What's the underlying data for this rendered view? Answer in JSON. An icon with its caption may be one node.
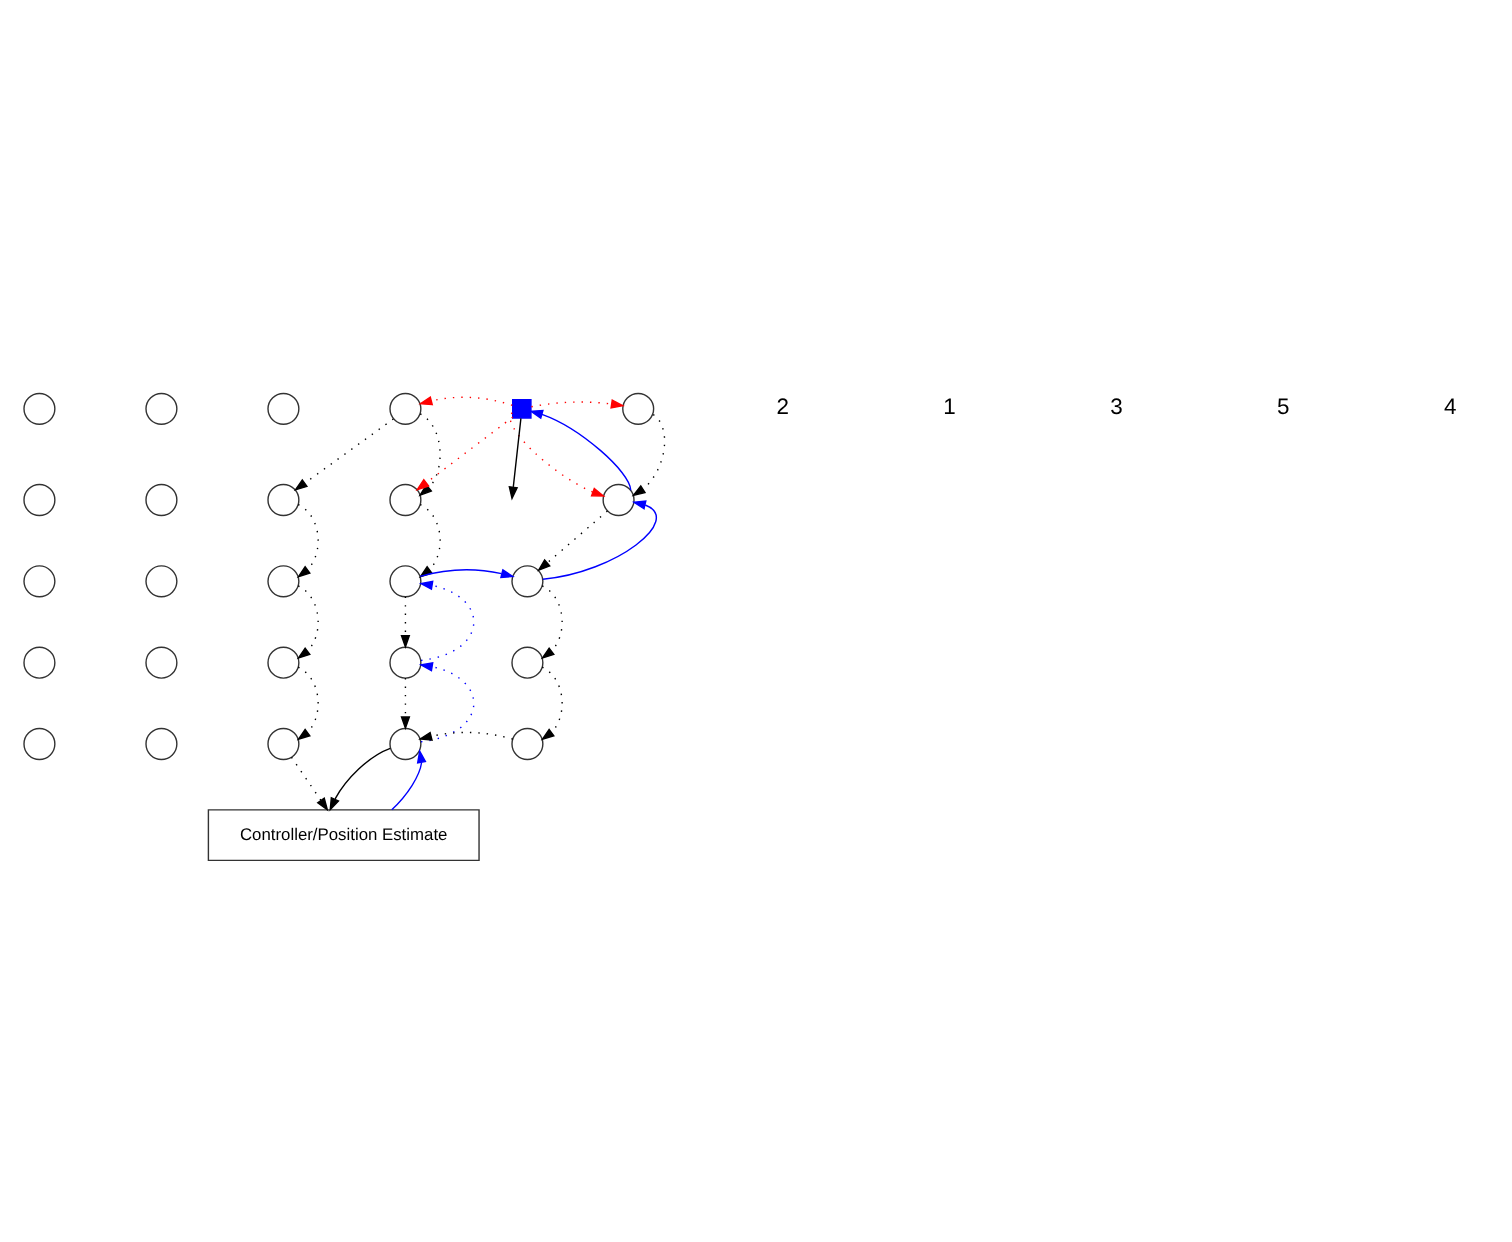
{
  "diagram": {
    "nodes": [
      {
        "text": [],
        "shape": "circle"
      },
      {
        "text": [],
        "shape": "circle"
      },
      {
        "text": [],
        "shape": "circle"
      },
      {
        "text": [],
        "shape": "circle"
      },
      {
        "text": [],
        "shape": "circle"
      },
      {
        "text": [],
        "shape": "circle"
      },
      {
        "text": [],
        "shape": "circle"
      },
      {
        "text": [],
        "shape": "circle"
      },
      {
        "text": [],
        "shape": "circle"
      },
      {
        "text": [],
        "shape": "circle"
      },
      {
        "text": [],
        "shape": "circle"
      },
      {
        "text": [],
        "shape": "circle"
      },
      {
        "text": [],
        "shape": "circle"
      },
      {
        "text": [],
        "shape": "circle"
      },
      {
        "text": [],
        "shape": "circle"
      },
      {
        "text": [],
        "shape": "circle"
      },
      {
        "text": [],
        "shape": "circle"
      },
      {
        "text": [],
        "shape": "circle"
      },
      {
        "text": [],
        "shape": "circle"
      },
      {
        "text": [],
        "shape": "circle"
      },
      {
        "text": [],
        "shape": "circle"
      },
      {
        "text": [],
        "shape": "circle"
      },
      {
        "text": [],
        "shape": "circle"
      },
      {
        "text": [],
        "shape": "circle"
      },
      {
        "text": [],
        "shape": "circle"
      },
      {
        "text": [],
        "shape": "box"
      },
      {
        "text": [
          "Controller/Position Estimate"
        ]
      }
    ],
    "edges": [
      {
        "from": 3,
        "to": 7,
        "arrow": "to",
        "style": "dashed"
      },
      {
        "from": 3,
        "to": 8,
        "arrow": "to",
        "style": "dashed"
      },
      {
        "from": 4,
        "to": 9,
        "arrow": "to",
        "style": "dashed"
      },
      {
        "from": 7,
        "to": 12,
        "arrow": "to",
        "style": "dashed"
      },
      {
        "from": 8,
        "to": 13,
        "arrow": "to",
        "style": "dashed"
      },
      {
        "from": 9,
        "to": 14,
        "arrow": "to",
        "style": "dashed"
      },
      {
        "from": 12,
        "to": 17,
        "arrow": "to",
        "style": "dashed"
      },
      {
        "from": 13,
        "to": 18,
        "arrow": "to",
        "style": "dashed"
      },
      {
        "from": 14,
        "to": 19,
        "arrow": "to",
        "style": "dashed"
      },
      {
        "from": 17,
        "to": 22,
        "arrow": "to",
        "style": "dashed"
      },
      {
        "from": 18,
        "to": 23,
        "arrow": "to",
        "style": "dashed"
      },
      {
        "from": 19,
        "to": 24,
        "arrow": "to",
        "style": "dashed"
      },
      {
        "from": 24,
        "to": 23,
        "arrow": "to",
        "style": "dashed"
      },
      {
        "from": 22,
        "to": 26,
        "arrow": "to",
        "style": "dashed"
      },
      {
        "from": 23,
        "to": 26,
        "arrow": "to"
      },
      {
        "from": 26,
        "to": 23,
        "arrow": "to",
        "color": "#0000ff"
      },
      {
        "from": 23,
        "to": 18,
        "arrow": "to",
        "style": "dashed",
        "color": "#0000ff"
      },
      {
        "from": 18,
        "to": 13,
        "arrow": "to",
        "style": "dashed",
        "color": "#0000ff"
      },
      {
        "from": 13,
        "to": 14,
        "arrow": "to",
        "color": "#0000ff"
      },
      {
        "from": 14,
        "to": 9,
        "arrow": "to",
        "color": "#0000ff"
      },
      {
        "from": 9,
        "to": 25,
        "arrow": "to",
        "color": "#0000ff"
      },
      {
        "from": 25,
        "to": 3,
        "arrow": "to",
        "style": "dashed",
        "color": "#ff0000"
      },
      {
        "from": 25,
        "to": 4,
        "arrow": "to",
        "style": "dashed",
        "color": "#ff0000"
      },
      {
        "from": 25,
        "to": 8,
        "arrow": "to",
        "style": "dashed",
        "color": "#ff0000"
      },
      {
        "from": 25,
        "to": 9,
        "arrow": "to",
        "style": "dashed",
        "color": "#ff0000"
      },
      {
        "from": 25,
        "to": null,
        "arrow": "to"
      }
    ],
    "labels": [
      "2",
      "1",
      "3",
      "5",
      "4"
    ]
  }
}
